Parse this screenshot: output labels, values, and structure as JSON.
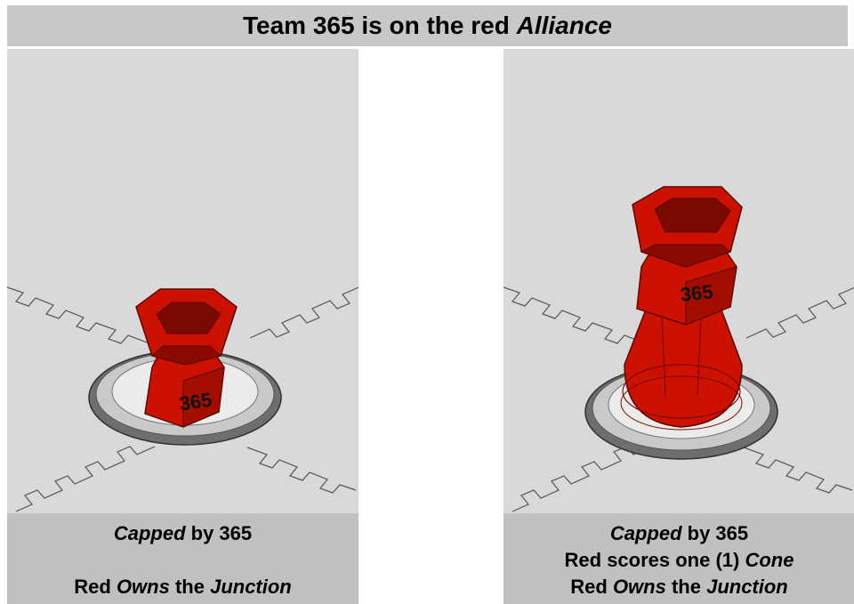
{
  "title": {
    "prefix": "Team 365 is on the red ",
    "italic": "Alliance"
  },
  "colors": {
    "cone_red": "#cc1100",
    "cone_dark": "#8a0a00",
    "panel_bg": "#d9d9d9",
    "caption_bg": "#c0c0c0",
    "title_bg": "#c8c8c8"
  },
  "left_panel": {
    "cone_label": "365",
    "caption": {
      "line1": {
        "italic": "Capped",
        "rest": " by 365"
      },
      "line3": {
        "a": "Red ",
        "b_italic": "Owns",
        "c": " the ",
        "d_italic": "Junction"
      }
    }
  },
  "right_panel": {
    "cone_label": "365",
    "caption": {
      "line1": {
        "italic": "Capped",
        "rest": " by 365"
      },
      "line2": {
        "a": "Red scores one (1) ",
        "b_italic": "Cone"
      },
      "line3": {
        "a": "Red ",
        "b_italic": "Owns",
        "c": " the ",
        "d_italic": "Junction"
      }
    }
  }
}
